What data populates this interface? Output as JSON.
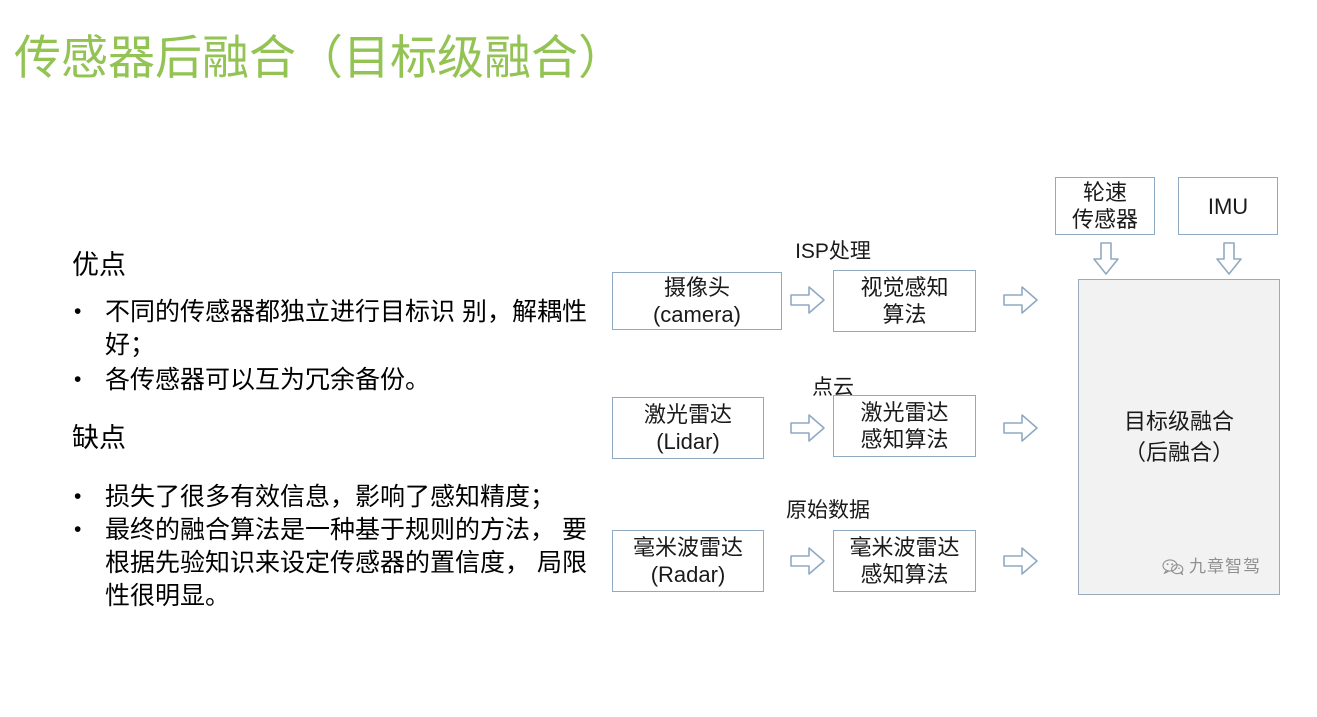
{
  "slide": {
    "title": "传感器后融合（目标级融合）",
    "title_color": "#92c353"
  },
  "left_panel": {
    "pros": {
      "heading": "优点",
      "bullets": [
        "不同的传感器都独立进行目标识别，解耦性好；",
        "各传感器可以互为冗余备份。"
      ],
      "bullet_lines": [
        [
          "不同的传感器都独立进行目标识",
          "别，解耦性好；"
        ],
        [
          "各传感器可以互为冗余备份。"
        ]
      ]
    },
    "cons": {
      "heading": "缺点",
      "bullets": [
        "损失了很多有效信息，影响了感知精度；",
        "最终的融合算法是一种基于规则的方法，要根据先验知识来设定传感器的置信度，局限性很明显。"
      ],
      "bullet_lines": [
        [
          "损失了很多有效信息，影响了感知精度；"
        ],
        [
          "最终的融合算法是一种基于规则的方法，",
          "要根据先验知识来设定传感器的置信度，",
          "局限性很明显。"
        ]
      ]
    }
  },
  "diagram": {
    "sensor_nodes": [
      {
        "line1": "摄像头",
        "line2": "(camera)"
      },
      {
        "line1": "激光雷达",
        "line2": "(Lidar)"
      },
      {
        "line1": "毫米波雷达",
        "line2": "(Radar)"
      }
    ],
    "algorithm_nodes": [
      {
        "line1": "视觉感知",
        "line2": "算法"
      },
      {
        "line1": "激光雷达",
        "line2": "感知算法"
      },
      {
        "line1": "毫米波雷达",
        "line2": "感知算法"
      }
    ],
    "edge_labels": [
      "ISP处理",
      "点云",
      "原始数据"
    ],
    "aux_nodes": [
      {
        "line1": "轮速",
        "line2": "传感器"
      },
      {
        "line1": "IMU",
        "line2": ""
      }
    ],
    "fusion_node": {
      "line1": "目标级融合",
      "line2": "（后融合）"
    },
    "box_border_color": "#8faac2",
    "fusion_fill_color": "#f2f2f2",
    "arrow_stroke_color": "#8faac2"
  },
  "watermark": {
    "text": "九章智驾",
    "icon": "wechat-icon"
  }
}
